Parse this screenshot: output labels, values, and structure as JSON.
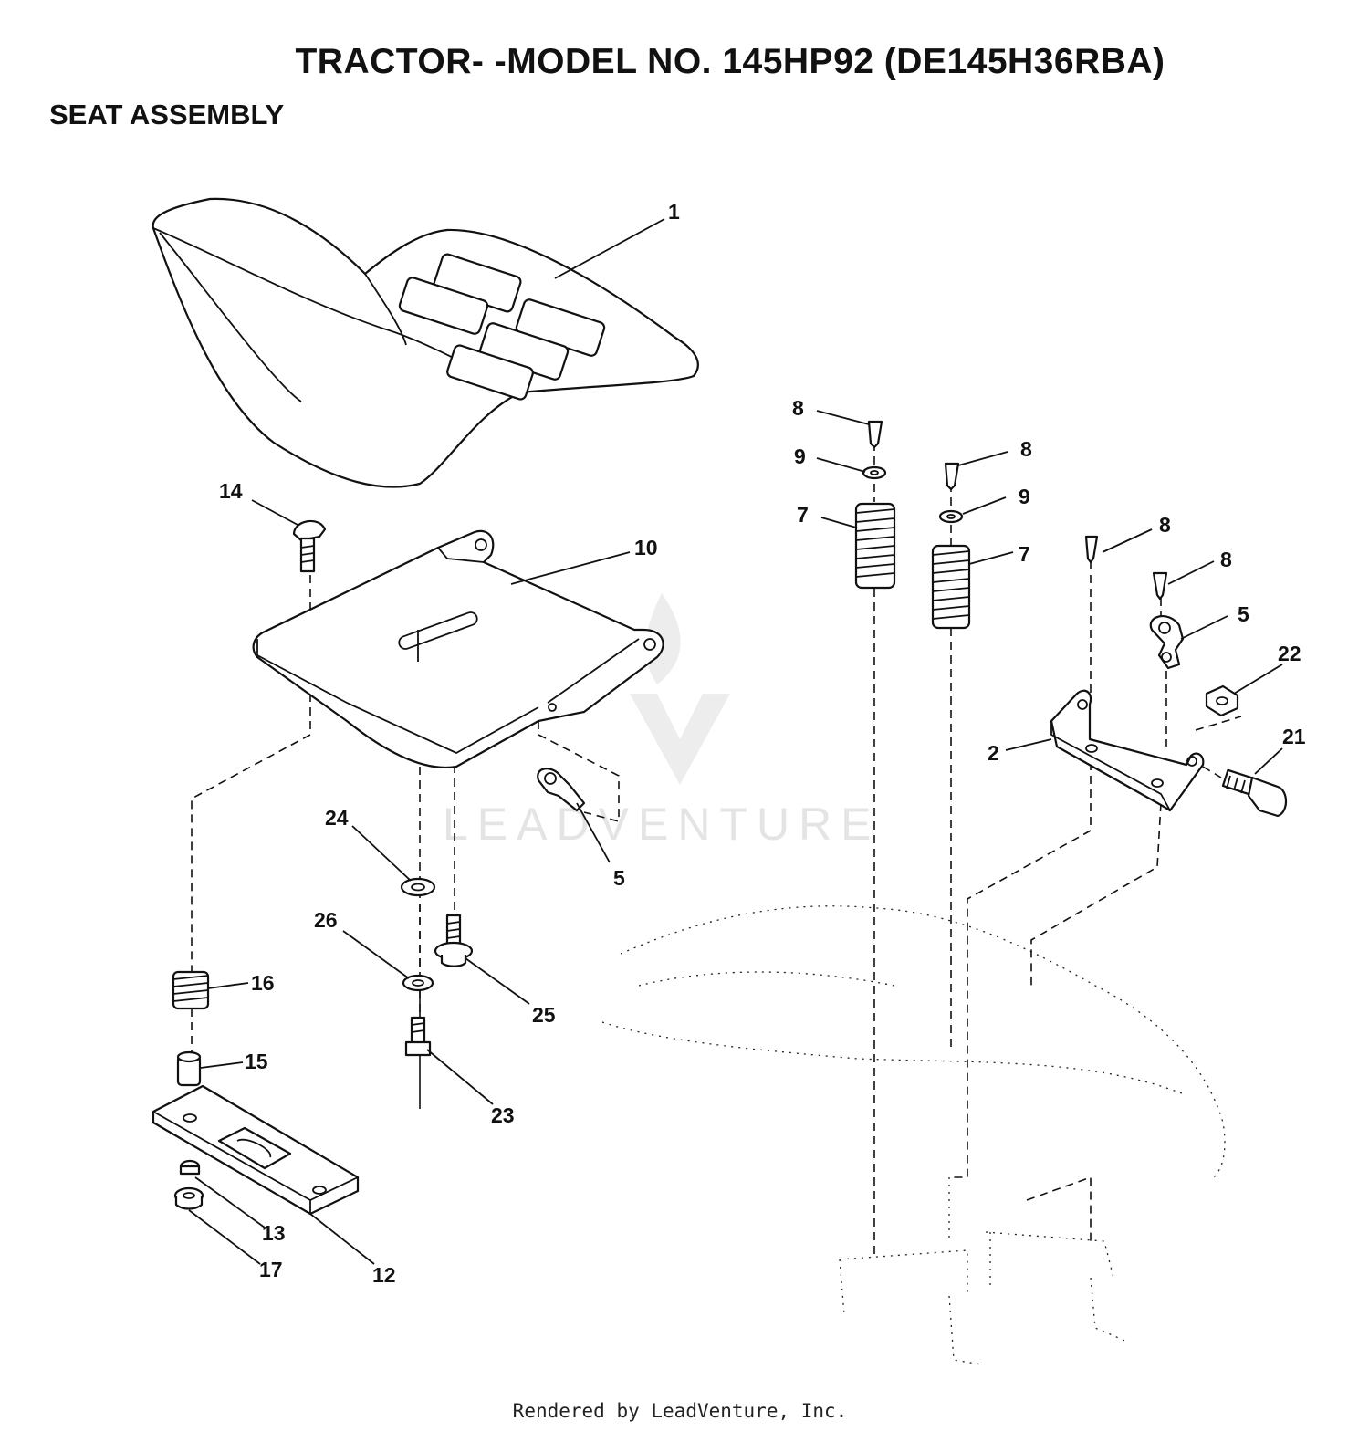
{
  "page": {
    "title": "TRACTOR- -MODEL NO. 145HP92 (DE145H36RBA)",
    "subtitle": "SEAT ASSEMBLY",
    "footer": "Rendered by LeadVenture, Inc."
  },
  "watermark": {
    "text": "LEADVENTURE"
  },
  "callouts": {
    "c1": "1",
    "c2": "2",
    "c5a": "5",
    "c5b": "5",
    "c7a": "7",
    "c7b": "7",
    "c8a": "8",
    "c8b": "8",
    "c8c": "8",
    "c8d": "8",
    "c9a": "9",
    "c9b": "9",
    "c10": "10",
    "c12": "12",
    "c13": "13",
    "c14": "14",
    "c15": "15",
    "c16": "16",
    "c17": "17",
    "c21": "21",
    "c22": "22",
    "c23": "23",
    "c24": "24",
    "c25": "25",
    "c26": "26"
  }
}
